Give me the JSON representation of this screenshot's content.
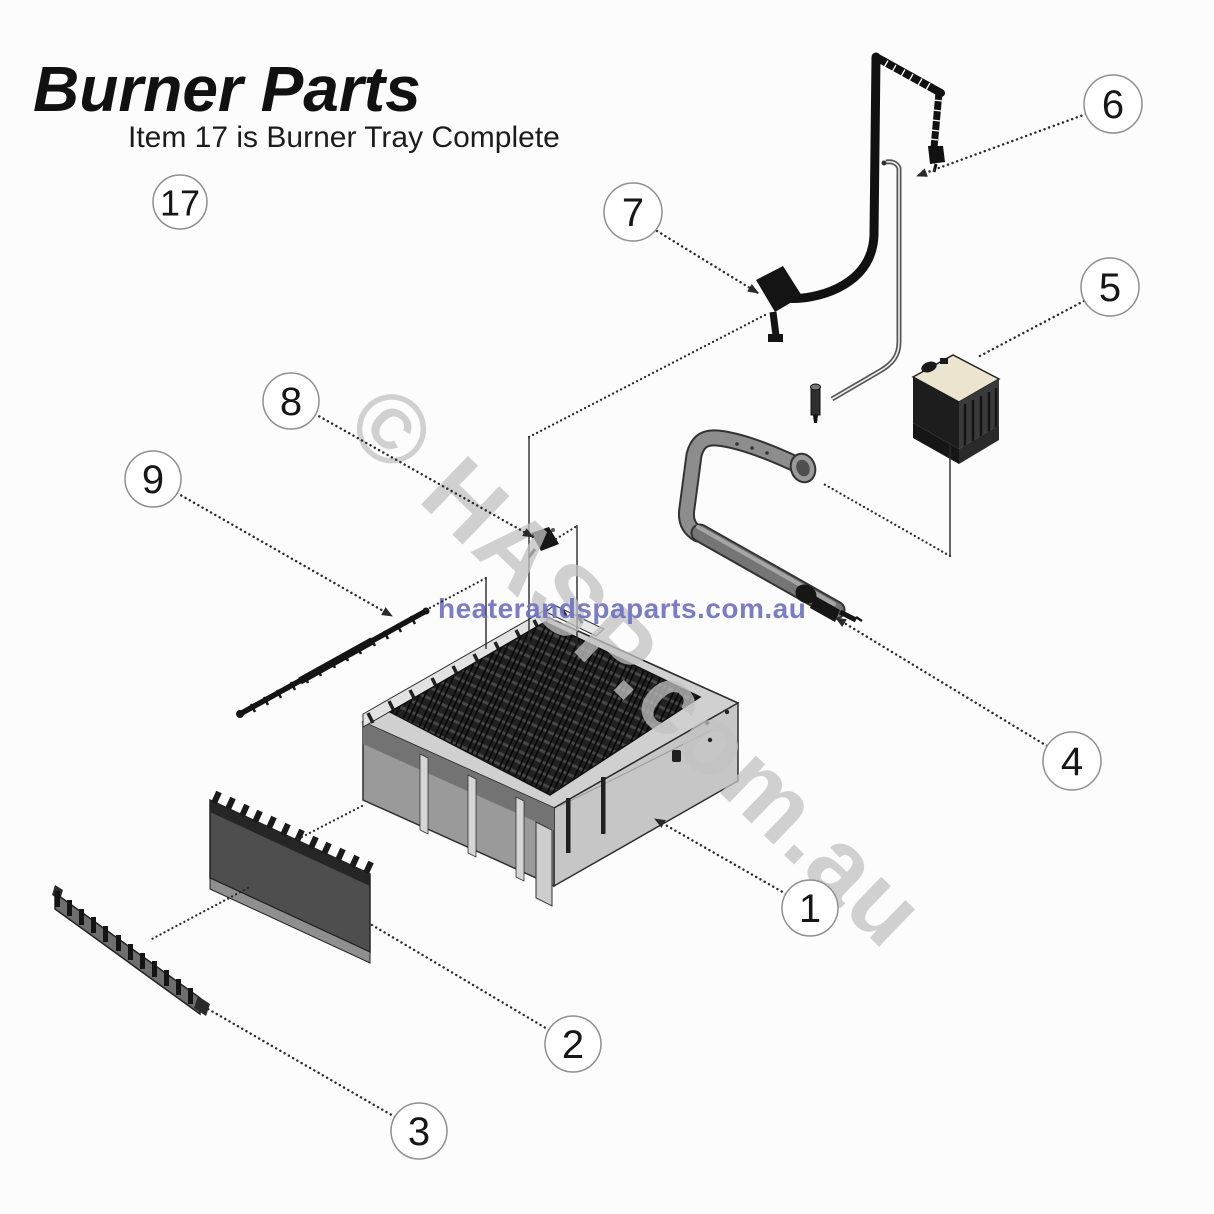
{
  "header": {
    "title": "Burner Parts",
    "subtitle": "Item 17 is Burner Tray Complete"
  },
  "watermarks": {
    "copyright_text": "© HASP.com.au",
    "copyright_color": "#c2c2c2",
    "website_text": "heaterandspaparts.com.au",
    "website_color": "#6f72c4"
  },
  "callouts": {
    "c1": "1",
    "c2": "2",
    "c3": "3",
    "c4": "4",
    "c5": "5",
    "c6": "6",
    "c7": "7",
    "c8": "8",
    "c9": "9",
    "c17": "17"
  },
  "colors": {
    "ink": "#1a1a1a",
    "valve_top": "#ebe5cf",
    "tray_wall_light": "#c6c6c6",
    "tray_interior": "#9a9a9a",
    "strip_dark": "#4e4e4e"
  }
}
